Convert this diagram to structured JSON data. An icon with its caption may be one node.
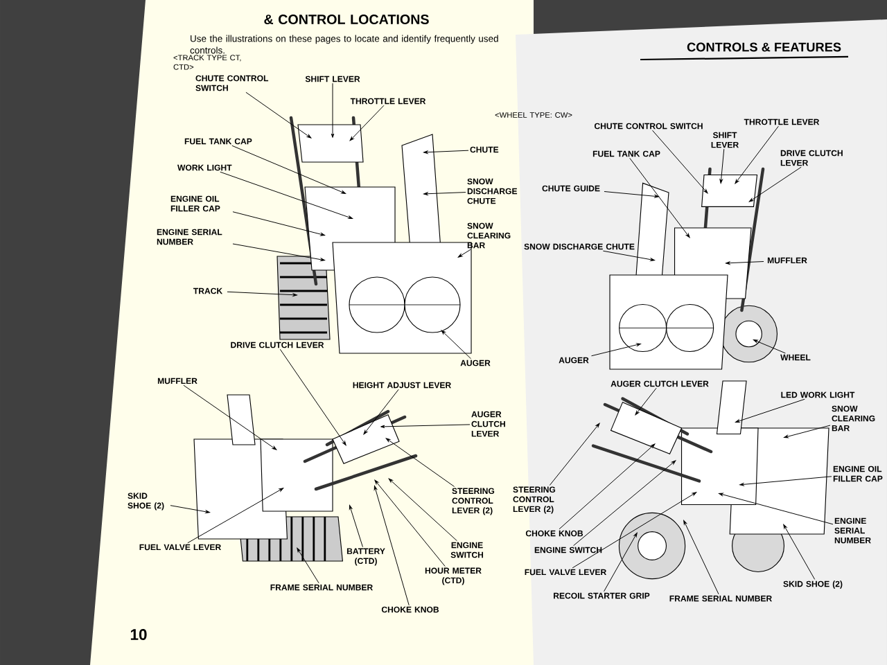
{
  "diagram": {
    "title": "CONTROLS & FEATURES",
    "nodes": [
      {
        "text": [
          "CHUTE CONTROL SWITCH"
        ]
      },
      {
        "text": [
          "SHIFT LEVER"
        ]
      },
      {
        "text": [
          "THROTTLE LEVER"
        ]
      },
      {
        "text": [
          "FUEL TANK CAP"
        ]
      },
      {
        "text": [
          "WORK LIGHT"
        ]
      },
      {
        "text": [
          "ENGINE OIL FILLER CAP"
        ]
      },
      {
        "text": [
          "ENGINE SERIAL NUMBER"
        ]
      },
      {
        "text": [
          "TRACK"
        ]
      },
      {
        "text": [
          "CHUTE"
        ]
      },
      {
        "text": [
          "SNOW DISCHARGE CHUTE"
        ]
      },
      {
        "text": [
          "SNOW CLEARING BAR"
        ]
      },
      {
        "text": [
          "AUGER"
        ]
      },
      {
        "text": [
          "DRIVE CLUTCH LEVER"
        ]
      },
      {
        "text": [
          "HEIGHT ADJUST LEVER"
        ]
      },
      {
        "text": [
          "MUFFLER"
        ]
      },
      {
        "text": [
          "AUGER CLUTCH LEVER"
        ]
      },
      {
        "text": [
          "STEERING CONTROL LEVER (2)"
        ]
      },
      {
        "text": [
          "ENGINE SWITCH"
        ]
      },
      {
        "text": [
          "HOUR METER (CTD)"
        ]
      },
      {
        "text": [
          "CHOKE KNOB"
        ]
      },
      {
        "text": [
          "BATTERY (CTD)"
        ]
      },
      {
        "text": [
          "FRAME SERIAL NUMBER"
        ]
      },
      {
        "text": [
          "FUEL VALVE LEVER"
        ]
      },
      {
        "text": [
          "SKID SHOE (2)"
        ]
      },
      {
        "text": [
          "CHUTE CONTROL SWITCH"
        ]
      },
      {
        "text": [
          "THROTTLE LEVER"
        ]
      },
      {
        "text": [
          "SHIFT LEVER"
        ]
      },
      {
        "text": [
          "FUEL TANK CAP"
        ]
      },
      {
        "text": [
          "DRIVE CLUTCH LEVER"
        ]
      },
      {
        "text": [
          "CHUTE GUIDE"
        ]
      },
      {
        "text": [
          "SNOW DISCHARGE CHUTE"
        ]
      },
      {
        "text": [
          "MUFFLER"
        ]
      },
      {
        "text": [
          "WHEEL"
        ]
      },
      {
        "text": [
          "AUGER"
        ]
      },
      {
        "text": [
          "AUGER CLUTCH LEVER"
        ]
      },
      {
        "text": [
          "LED WORK LIGHT"
        ]
      },
      {
        "text": [
          "SNOW CLEARING BAR"
        ]
      },
      {
        "text": [
          "ENGINE OIL FILLER CAP"
        ]
      },
      {
        "text": [
          "ENGINE SERIAL NUMBER"
        ]
      },
      {
        "text": [
          "SKID SHOE (2)"
        ]
      },
      {
        "text": [
          "STEERING CONTROL LEVER (2)"
        ]
      },
      {
        "text": [
          "CHOKE KNOB"
        ]
      },
      {
        "text": [
          "ENGINE SWITCH"
        ]
      },
      {
        "text": [
          "FUEL VALVE LEVER"
        ]
      },
      {
        "text": [
          "RECOIL STARTER GRIP"
        ]
      },
      {
        "text": [
          "FRAME SERIAL NUMBER"
        ]
      }
    ],
    "edges": [
      {
        "from": 0,
        "to": null,
        "arrow": "to"
      },
      {
        "from": 1,
        "to": null,
        "arrow": "to"
      },
      {
        "from": 2,
        "to": null,
        "arrow": "to"
      },
      {
        "from": 3,
        "to": null,
        "arrow": "to"
      },
      {
        "from": 4,
        "to": null,
        "arrow": "to"
      },
      {
        "from": 5,
        "to": null,
        "arrow": "to"
      },
      {
        "from": 6,
        "to": null,
        "arrow": "to"
      },
      {
        "from": 7,
        "to": null,
        "arrow": "to"
      },
      {
        "from": 8,
        "to": null,
        "arrow": "to"
      },
      {
        "from": 9,
        "to": null,
        "arrow": "to"
      },
      {
        "from": 10,
        "to": null,
        "arrow": "to"
      },
      {
        "from": 11,
        "to": null,
        "arrow": "to"
      },
      {
        "from": 12,
        "to": null,
        "arrow": "to"
      },
      {
        "from": 13,
        "to": null,
        "arrow": "to"
      },
      {
        "from": 14,
        "to": null,
        "arrow": "to"
      },
      {
        "from": 15,
        "to": null,
        "arrow": "to"
      },
      {
        "from": 16,
        "to": null,
        "arrow": "to"
      },
      {
        "from": 17,
        "to": null,
        "arrow": "to"
      },
      {
        "from": 18,
        "to": null,
        "arrow": "to"
      },
      {
        "from": 19,
        "to": null,
        "arrow": "to"
      },
      {
        "from": 20,
        "to": null,
        "arrow": "to"
      },
      {
        "from": 21,
        "to": null,
        "arrow": "to"
      },
      {
        "from": 22,
        "to": null,
        "arrow": "to"
      },
      {
        "from": 23,
        "to": null,
        "arrow": "to"
      },
      {
        "from": 24,
        "to": null,
        "arrow": "to"
      },
      {
        "from": 25,
        "to": null,
        "arrow": "to"
      },
      {
        "from": 26,
        "to": null,
        "arrow": "to"
      },
      {
        "from": 27,
        "to": null,
        "arrow": "to"
      },
      {
        "from": 28,
        "to": null,
        "arrow": "to"
      },
      {
        "from": 29,
        "to": null,
        "arrow": "to"
      },
      {
        "from": 30,
        "to": null,
        "arrow": "to"
      },
      {
        "from": 31,
        "to": null,
        "arrow": "to"
      },
      {
        "from": 32,
        "to": null,
        "arrow": "to"
      },
      {
        "from": 33,
        "to": null,
        "arrow": "to"
      },
      {
        "from": 34,
        "to": null,
        "arrow": "to"
      },
      {
        "from": 35,
        "to": null,
        "arrow": "to"
      },
      {
        "from": 36,
        "to": null,
        "arrow": "to"
      },
      {
        "from": 37,
        "to": null,
        "arrow": "to"
      },
      {
        "from": 38,
        "to": null,
        "arrow": "to"
      },
      {
        "from": 39,
        "to": null,
        "arrow": "to"
      },
      {
        "from": 40,
        "to": null,
        "arrow": "to"
      },
      {
        "from": 41,
        "to": null,
        "arrow": "to"
      },
      {
        "from": 42,
        "to": null,
        "arrow": "to"
      },
      {
        "from": 43,
        "to": null,
        "arrow": "to"
      },
      {
        "from": 44,
        "to": null,
        "arrow": "to"
      },
      {
        "from": 45,
        "to": null,
        "arrow": "to"
      }
    ],
    "labels": [
      "& CONTROL LOCATIONS",
      "Use the illustrations on these pages to locate and identify frequently used controls.",
      "<TRACK TYPE CT, CTD>",
      "<WHEEL TYPE: CW>",
      "10"
    ]
  }
}
